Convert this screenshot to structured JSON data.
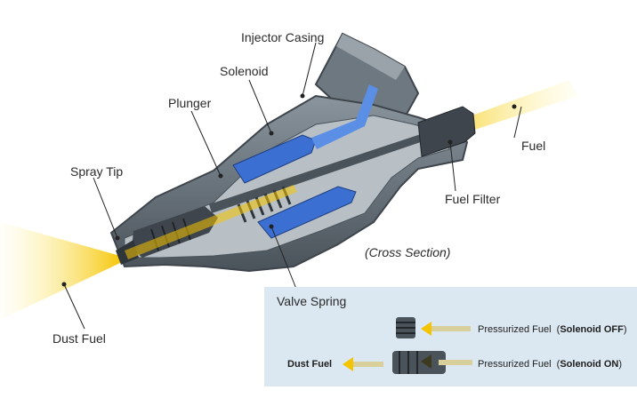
{
  "diagram": {
    "labels": {
      "injector_casing": "Injector Casing",
      "solenoid": "Solenoid",
      "plunger": "Plunger",
      "spray_tip": "Spray Tip",
      "fuel": "Fuel",
      "fuel_filter": "Fuel Filter",
      "cross_section": "(Cross Section)",
      "dust_fuel": "Dust Fuel"
    },
    "colors": {
      "body": "#5d6770",
      "body_light": "#8a949c",
      "body_dark": "#3e454c",
      "blue": "#3b6fd1",
      "spray": "#f5c400",
      "legend_bg": "#dbe7f1"
    }
  },
  "legend": {
    "title": "Valve Spring",
    "row_off": {
      "label": "Pressurized Fuel",
      "state": "Solenoid OFF"
    },
    "row_on": {
      "left_label": "Dust Fuel",
      "label": "Pressurized Fuel",
      "state": "Solenoid ON"
    }
  }
}
